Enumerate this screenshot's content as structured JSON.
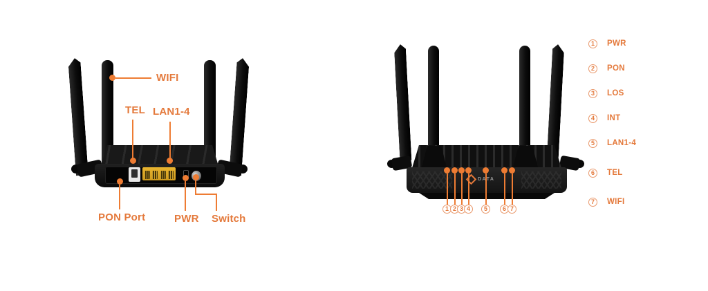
{
  "colors": {
    "label_orange": "#E4793B",
    "line_orange": "#EE7C33",
    "marker_border": "#E9986B",
    "router_body": "#141414",
    "lan_yellow": "#E9B52F",
    "background": "#FFFFFF"
  },
  "back_view": {
    "callouts": {
      "wifi": "WIFI",
      "tel": "TEL",
      "lan": "LAN1-4",
      "pon": "PON Port",
      "pwr": "PWR",
      "switch": "Switch"
    }
  },
  "front_view": {
    "logo_text": "DATA",
    "markers": [
      "1",
      "2",
      "3",
      "4",
      "5",
      "6",
      "7"
    ]
  },
  "legend": {
    "items": [
      {
        "num": "1",
        "label": "PWR"
      },
      {
        "num": "2",
        "label": "PON"
      },
      {
        "num": "3",
        "label": "LOS"
      },
      {
        "num": "4",
        "label": "INT"
      },
      {
        "num": "5",
        "label": "LAN1-4"
      },
      {
        "num": "6",
        "label": "TEL"
      },
      {
        "num": "7",
        "label": "WIFI"
      }
    ]
  }
}
